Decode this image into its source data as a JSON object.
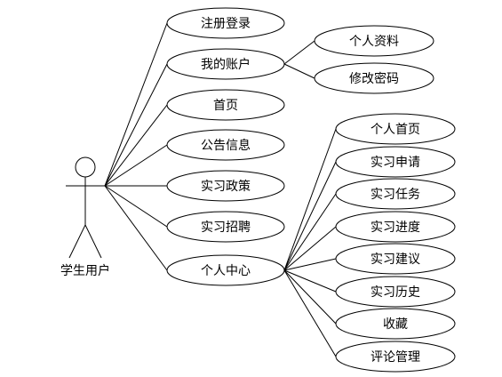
{
  "actor": {
    "label": "学生用户"
  },
  "use_cases": {
    "register_login": "注册登录",
    "my_account": "我的账户",
    "personal_info": "个人资料",
    "change_password": "修改密码",
    "home": "首页",
    "announcements": "公告信息",
    "internship_policy": "实习政策",
    "internship_recruitment": "实习招聘",
    "personal_center": "个人中心",
    "personal_homepage": "个人首页",
    "internship_application": "实习申请",
    "internship_task": "实习任务",
    "internship_progress": "实习进度",
    "internship_suggestion": "实习建议",
    "internship_history": "实习历史",
    "favorites": "收藏",
    "comment_management": "评论管理"
  }
}
